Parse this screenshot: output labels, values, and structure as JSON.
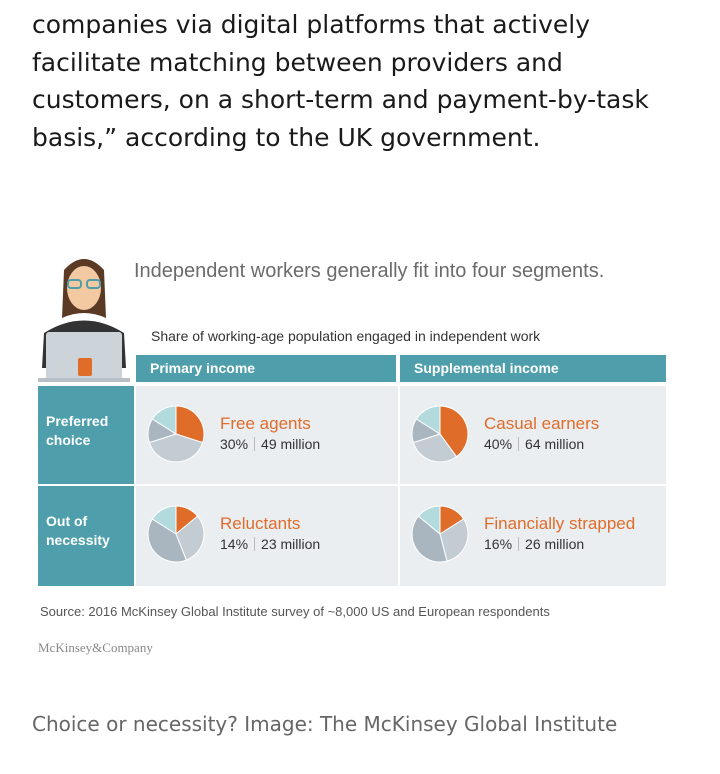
{
  "paragraph": "companies via digital platforms that actively facilitate matching between providers and customers, on a short-term and payment-by-task basis,” according to the UK government.",
  "figure": {
    "title": "Independent workers generally fit into four segments.",
    "subtitle": "Share of working-age population engaged in independent work",
    "columns": [
      "Primary income",
      "Supplemental income"
    ],
    "rows": [
      "Preferred choice",
      "Out of necessity"
    ],
    "segments": [
      {
        "name": "Free agents",
        "percent": "30%",
        "count": "49 million",
        "share": 30
      },
      {
        "name": "Casual earners",
        "percent": "40%",
        "count": "64 million",
        "share": 40
      },
      {
        "name": "Reluctants",
        "percent": "14%",
        "count": "23 million",
        "share": 14
      },
      {
        "name": "Financially strapped",
        "percent": "16%",
        "count": "26 million",
        "share": 16
      }
    ],
    "source": "Source: 2016 McKinsey Global Institute survey of ~8,000 US and European respondents",
    "logo": "McKinsey&Company",
    "colors": {
      "teal": "#4e9fab",
      "orange": "#e06c2a"
    }
  },
  "caption": "Choice or necessity? Image: The McKinsey Global Institute"
}
